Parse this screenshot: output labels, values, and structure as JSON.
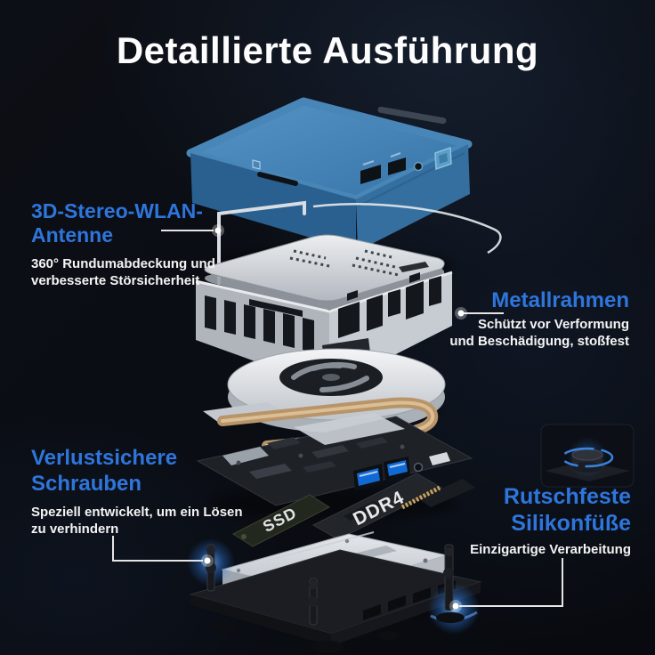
{
  "page": {
    "title": "Detaillierte Ausführung"
  },
  "colors": {
    "accent_blue": "#2e75dc",
    "text_white": "#f4f4f4",
    "glow_blue": "#3f8ef2",
    "case_blue": "#3c7fb4",
    "copper": "#c9a87c",
    "background": "#0a0d13"
  },
  "callouts": {
    "wlan": {
      "heading_line1": "3D-Stereo-WLAN-",
      "heading_line2": "Antenne",
      "desc_line1": "360° Rundumabdeckung und",
      "desc_line2": "verbesserte Störsicherheit"
    },
    "metal": {
      "heading": "Metallrahmen",
      "desc_line1": "Schützt vor Verformung",
      "desc_line2": "und Beschädigung, stoßfest"
    },
    "screws": {
      "heading_line1": "Verlustsichere",
      "heading_line2": "Schrauben",
      "desc_line1": "Speziell entwickelt, um ein Lösen",
      "desc_line2": "zu verhindern"
    },
    "feet": {
      "heading_line1": "Rutschfeste",
      "heading_line2": "Silikonfüße",
      "desc": "Einzigartige Verarbeitung"
    }
  },
  "component_labels": {
    "ssd": "SSD",
    "ram": "DDR4"
  }
}
